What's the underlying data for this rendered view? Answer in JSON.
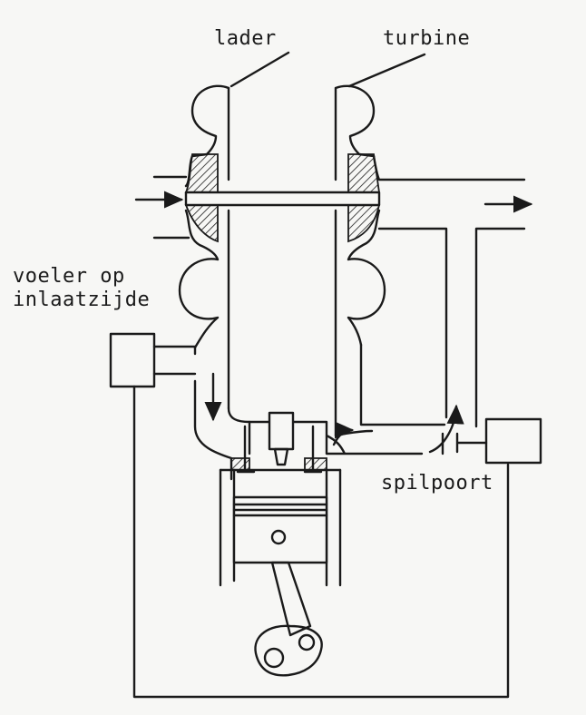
{
  "labels": {
    "lader": "lader",
    "turbine": "turbine",
    "voeler_line1": "voeler op",
    "voeler_line2": "inlaatzijde",
    "spilpoort": "spilpoort"
  },
  "colors": {
    "ink": "#1a1a1a",
    "paper": "#f7f7f5"
  }
}
